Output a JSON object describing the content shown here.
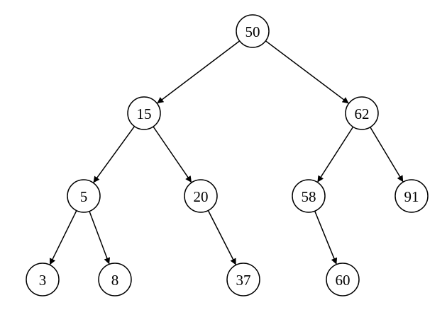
{
  "colors": {
    "background": "#ffffff",
    "stroke": "#000000",
    "text": "#000000"
  },
  "nodes": [
    {
      "id": "n50",
      "label": "50"
    },
    {
      "id": "n15",
      "label": "15"
    },
    {
      "id": "n62",
      "label": "62"
    },
    {
      "id": "n5",
      "label": "5"
    },
    {
      "id": "n20",
      "label": "20"
    },
    {
      "id": "n58",
      "label": "58"
    },
    {
      "id": "n91",
      "label": "91"
    },
    {
      "id": "n3",
      "label": "3"
    },
    {
      "id": "n8",
      "label": "8"
    },
    {
      "id": "n37",
      "label": "37"
    },
    {
      "id": "n60",
      "label": "60"
    }
  ],
  "edges": [
    {
      "from": "n50",
      "to": "n15"
    },
    {
      "from": "n50",
      "to": "n62"
    },
    {
      "from": "n15",
      "to": "n5"
    },
    {
      "from": "n15",
      "to": "n20"
    },
    {
      "from": "n62",
      "to": "n58"
    },
    {
      "from": "n62",
      "to": "n91"
    },
    {
      "from": "n5",
      "to": "n3"
    },
    {
      "from": "n5",
      "to": "n8"
    },
    {
      "from": "n20",
      "to": "n37"
    },
    {
      "from": "n58",
      "to": "n60"
    }
  ]
}
